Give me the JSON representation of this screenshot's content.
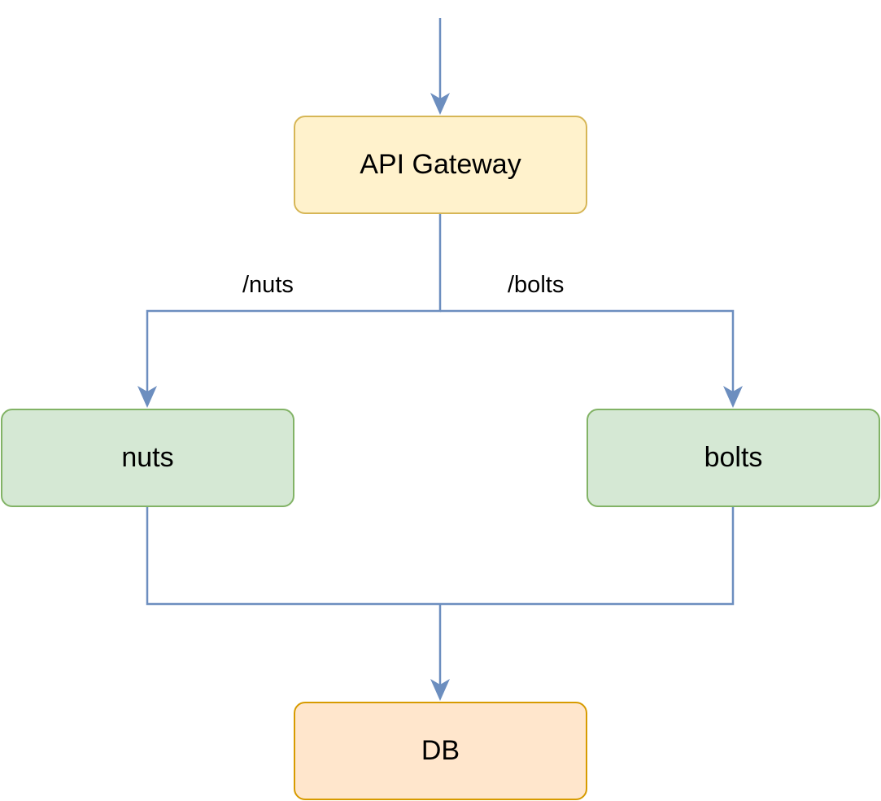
{
  "diagram": {
    "nodes": {
      "gateway": {
        "label": "API Gateway",
        "fill": "#fff2cc",
        "stroke": "#d6b656"
      },
      "nuts": {
        "label": "nuts",
        "fill": "#d5e8d4",
        "stroke": "#82b366"
      },
      "bolts": {
        "label": "bolts",
        "fill": "#d5e8d4",
        "stroke": "#82b366"
      },
      "db": {
        "label": "DB",
        "fill": "#ffe6cc",
        "stroke": "#d79b00"
      }
    },
    "edges": {
      "nuts_route": {
        "label": "/nuts"
      },
      "bolts_route": {
        "label": "/bolts"
      }
    },
    "edge_color": "#6c8ebf"
  }
}
